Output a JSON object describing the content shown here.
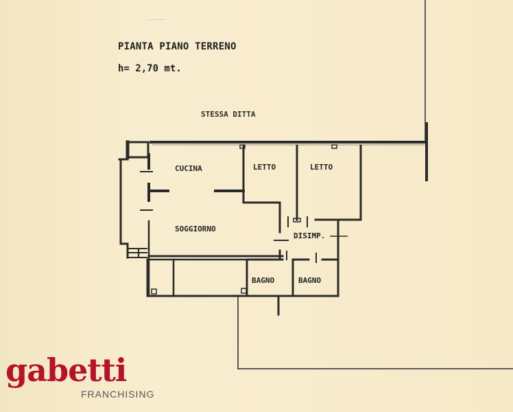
{
  "document": {
    "scribble": "........",
    "title": "PIANTA PIANO TERRENO",
    "height_note": "h= 2,70 mt.",
    "neighbor_label": "STESSA DITTA"
  },
  "rooms": [
    {
      "id": "cucina",
      "label": "CUCINA"
    },
    {
      "id": "letto1",
      "label": "LETTO"
    },
    {
      "id": "letto2",
      "label": "LETTO"
    },
    {
      "id": "soggiorno",
      "label": "SOGGIORNO"
    },
    {
      "id": "disimpegno",
      "label": "DISIMP."
    },
    {
      "id": "bagno1",
      "label": "BAGNO"
    },
    {
      "id": "bagno2",
      "label": "BAGNO"
    }
  ],
  "logo": {
    "brand": "gabetti",
    "subtitle": "FRANCHISING",
    "brand_color": "#b3132b"
  },
  "colors": {
    "paper": "#f7ebcb",
    "ink": "#222222"
  }
}
